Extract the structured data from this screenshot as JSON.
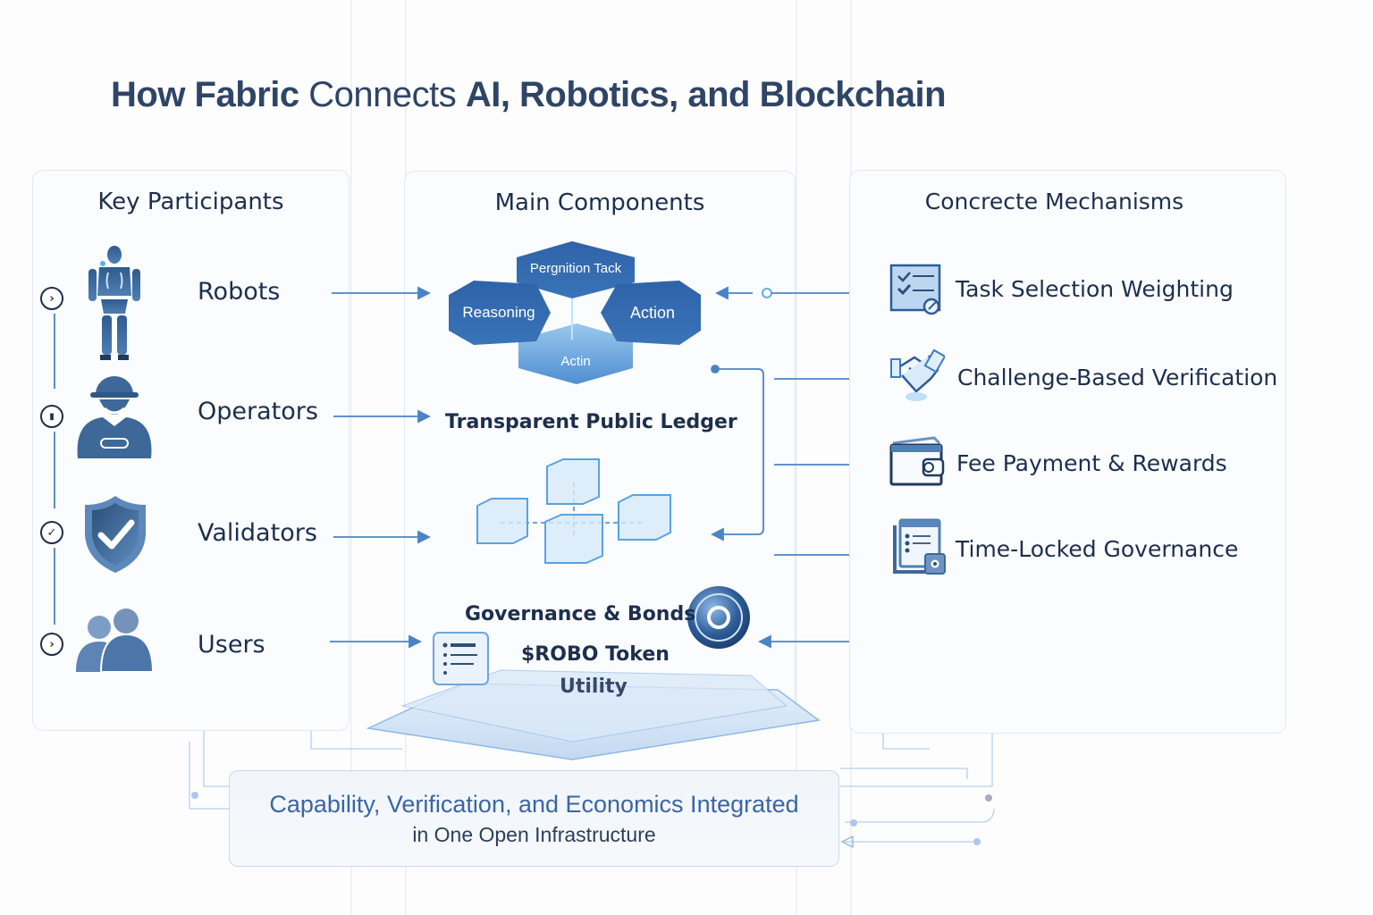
{
  "title": {
    "part1": "How Fabric",
    "part2": " Connects ",
    "part3": "AI, Robotics, and Blockchain"
  },
  "colors": {
    "accent": "#3f7ac4",
    "icon_blue": "#3d6898",
    "text_dark": "#1c2f4d",
    "footer_text": "#3a66a4"
  },
  "panels": {
    "participants": {
      "title": "Key Participants",
      "items": [
        {
          "label": "Robots",
          "icon": "robot-icon",
          "step_icon": "chevron-right-icon",
          "step_glyph": "›"
        },
        {
          "label": "Operators",
          "icon": "worker-hardhat-icon",
          "step_icon": "pause-icon",
          "step_glyph": "▮"
        },
        {
          "label": "Validators",
          "icon": "shield-check-icon",
          "step_icon": "check-icon",
          "step_glyph": "✓"
        },
        {
          "label": "Users",
          "icon": "users-icon",
          "step_icon": "chevron-right-icon",
          "step_glyph": "›"
        }
      ]
    },
    "components": {
      "title": "Main Components",
      "hexes": {
        "top": "Pergnition Tack",
        "left": "Reasoning",
        "right": "Action",
        "bottom": "Actin"
      },
      "ledger": "Transparent Public Ledger",
      "governance": "Governance & Bonds",
      "token_line1": "$ROBO Token",
      "token_line2": "Utility"
    },
    "mechanisms": {
      "title": "Concrecte Mechanisms",
      "items": [
        {
          "label": "Task Selection Weighting",
          "icon": "checklist-icon"
        },
        {
          "label": "Challenge-Based Verification",
          "icon": "handshake-icon"
        },
        {
          "label": "Fee Payment & Rewards",
          "icon": "wallet-icon"
        },
        {
          "label": "Time-Locked Governance",
          "icon": "document-lock-icon"
        }
      ]
    }
  },
  "footer": {
    "line1": "Capability, Verification, and Economics Integrated",
    "line2": "in One Open Infrastructure"
  }
}
